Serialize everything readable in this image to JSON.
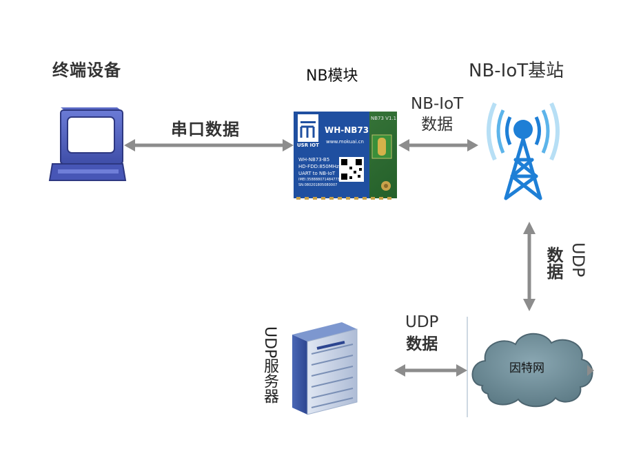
{
  "labels": {
    "terminal_device": "终端设备",
    "nb_module": "NB模块",
    "base_station": "NB-IoT基站",
    "serial_data": "串口数据",
    "nbiot_data_line1": "NB-IoT",
    "nbiot_data_line2": "数据",
    "udp_vertical_udp": "UDP",
    "udp_vertical_data": "数据",
    "udp_mid_line1": "UDP",
    "udp_mid_line2": "数据",
    "udp_server": "UDP服务器",
    "internet": "因特网"
  },
  "module": {
    "model": "WH-NB73",
    "website": "www.mokuai.cn",
    "line1": "WH-NB73-B5",
    "line2": "HD-FDD:850MHz",
    "line3": "UART to NB-IoT",
    "imei": "IMEI:358888071484773",
    "sn": "SN:080201805080007",
    "pcb_label": "NB73 V1.1",
    "brand": "USR IOT"
  },
  "colors": {
    "arrow": "#8c8c8c",
    "module_blue": "#1f4fa0",
    "signal_blue": "#1e7fd6",
    "cloud": "#6e8b96"
  }
}
